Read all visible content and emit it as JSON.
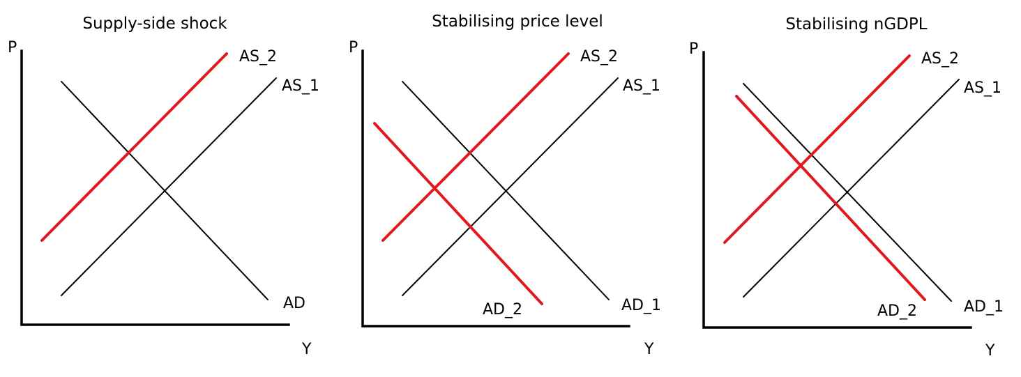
{
  "panels": [
    {
      "title": "Supply-side shock",
      "y_axis_label": "P",
      "x_axis_label": "Y",
      "curves": [
        {
          "label": "AD",
          "color": "#000000",
          "kind": "demand"
        },
        {
          "label": "AS_1",
          "color": "#000000",
          "kind": "supply"
        },
        {
          "label": "AS_2",
          "color": "#e0191e",
          "kind": "supply"
        }
      ]
    },
    {
      "title": "Stabilising price level",
      "y_axis_label": "P",
      "x_axis_label": "Y",
      "curves": [
        {
          "label": "AD_1",
          "color": "#000000",
          "kind": "demand"
        },
        {
          "label": "AS_1",
          "color": "#000000",
          "kind": "supply"
        },
        {
          "label": "AS_2",
          "color": "#e0191e",
          "kind": "supply"
        },
        {
          "label": "AD_2",
          "color": "#e0191e",
          "kind": "demand"
        }
      ]
    },
    {
      "title": "Stabilising nGDPL",
      "y_axis_label": "P",
      "x_axis_label": "Y",
      "curves": [
        {
          "label": "AD_1",
          "color": "#000000",
          "kind": "demand"
        },
        {
          "label": "AS_1",
          "color": "#000000",
          "kind": "supply"
        },
        {
          "label": "AS_2",
          "color": "#e0191e",
          "kind": "supply"
        },
        {
          "label": "AD_2",
          "color": "#e0191e",
          "kind": "demand"
        }
      ]
    }
  ],
  "colors": {
    "black": "#000000",
    "red": "#e0191e",
    "background": "#ffffff"
  }
}
